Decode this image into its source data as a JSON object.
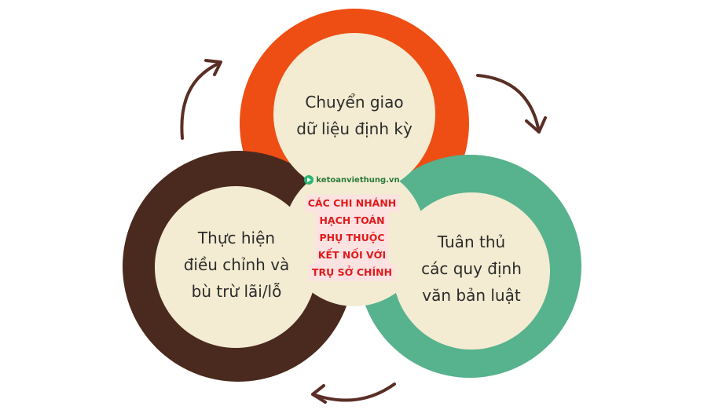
{
  "colors": {
    "orange": "#ee4e14",
    "green": "#57b28e",
    "brown": "#4a2a1e",
    "cream": "#f3ecd2",
    "arrow": "#5a2e26",
    "center_text": "#e01b1b",
    "center_highlight": "#fde2e2"
  },
  "logo": {
    "text": "ketoanviethung.vn",
    "icon": "play-logo-icon"
  },
  "center": {
    "lines": [
      "CÁC CHI NHÁNH",
      "HẠCH TOÁN",
      "PHỤ THUỘC",
      "KẾT NỐI VỚI",
      "TRỤ SỞ CHÍNH"
    ]
  },
  "circles": {
    "top": {
      "lines": [
        "Chuyển giao",
        "dữ liệu định kỳ"
      ]
    },
    "right": {
      "lines": [
        "Tuân thủ",
        "các quy định",
        "văn bản luật"
      ]
    },
    "left": {
      "lines": [
        "Thực hiện",
        "điều chỉnh và",
        "bù trừ lãi/lỗ"
      ]
    }
  },
  "arrows": [
    "arrow-top-left-icon",
    "arrow-top-right-icon",
    "arrow-bottom-icon"
  ]
}
